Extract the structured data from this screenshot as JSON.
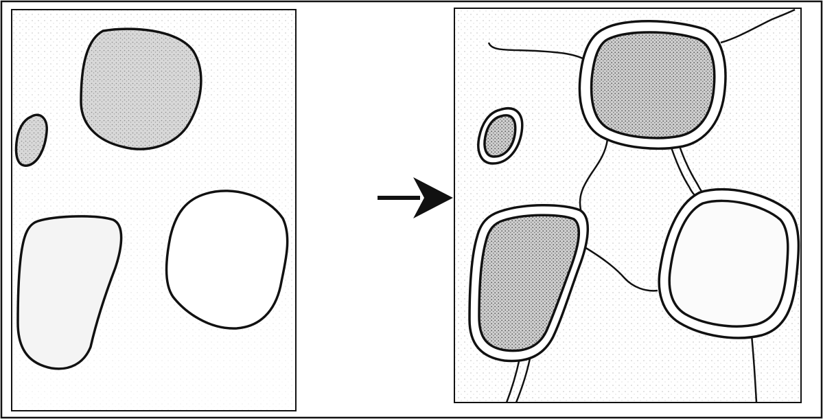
{
  "figure": {
    "left_panel": {
      "label": "",
      "particles": [
        {
          "id": "large-shaded",
          "shaded": true
        },
        {
          "id": "small-shaded",
          "shaded": true
        },
        {
          "id": "lower-left",
          "shaded": false
        },
        {
          "id": "lower-right",
          "shaded": false
        }
      ]
    },
    "arrow": {
      "direction": "right"
    },
    "right_panel": {
      "label": "",
      "particles": [
        {
          "id": "top-right",
          "coated": true,
          "shaded": true
        },
        {
          "id": "small-left",
          "coated": true,
          "shaded": true
        },
        {
          "id": "lower-left",
          "coated": true,
          "shaded": true
        },
        {
          "id": "lower-right",
          "coated": true,
          "shaded": false
        }
      ]
    }
  },
  "colors": {
    "ink": "#111111",
    "stipple": "#8c8c8c",
    "background": "#ffffff"
  }
}
